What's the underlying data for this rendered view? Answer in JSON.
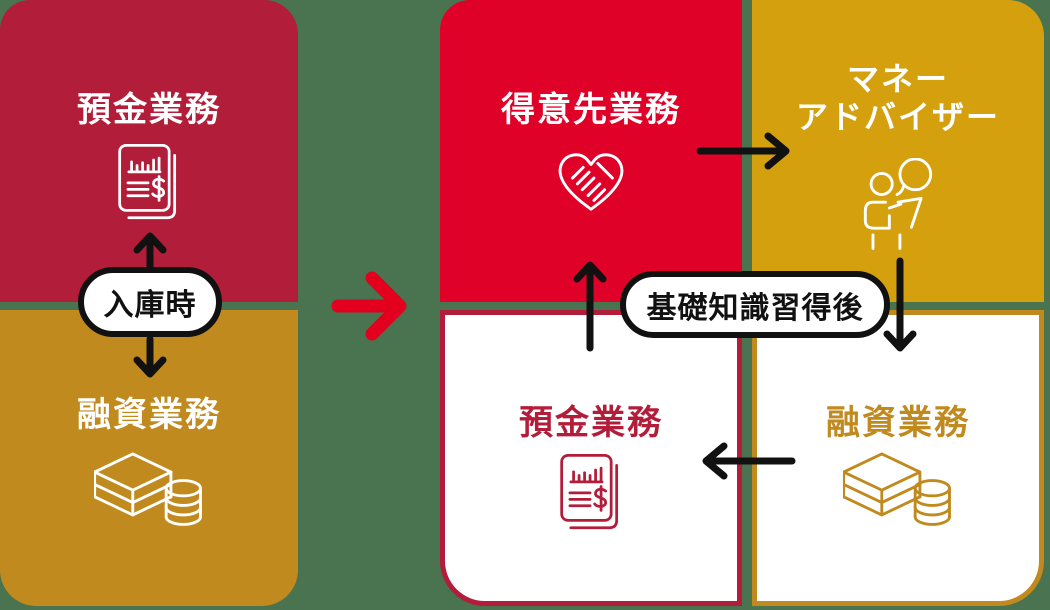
{
  "diagram": {
    "background_color": "#4a7350",
    "palette": {
      "crimson": "#b21d3a",
      "bright_red": "#df0128",
      "gold": "#c08a1e",
      "bright_gold": "#d4a00e",
      "arrow_red": "#e3001f",
      "black": "#111111",
      "white": "#ffffff"
    },
    "before": {
      "deposit_card": {
        "label": "預金業務",
        "icon": "document-dollar-icon"
      },
      "loan_card": {
        "label": "融資業務",
        "icon": "cash-stack-icon"
      },
      "badge": {
        "label": "入庫時"
      }
    },
    "transition": {
      "icon": "flow-right-arrow"
    },
    "after": {
      "customer_card": {
        "label": "得意先業務",
        "icon": "handshake-heart-icon"
      },
      "advisor_card": {
        "label_line1": "マネー",
        "label_line2": "アドバイザー",
        "icon": "advisor-icon"
      },
      "deposit_card": {
        "label": "預金業務",
        "icon": "document-dollar-icon"
      },
      "loan_card": {
        "label": "融資業務",
        "icon": "cash-stack-icon"
      },
      "badge": {
        "label": "基礎知識習得後"
      }
    }
  }
}
